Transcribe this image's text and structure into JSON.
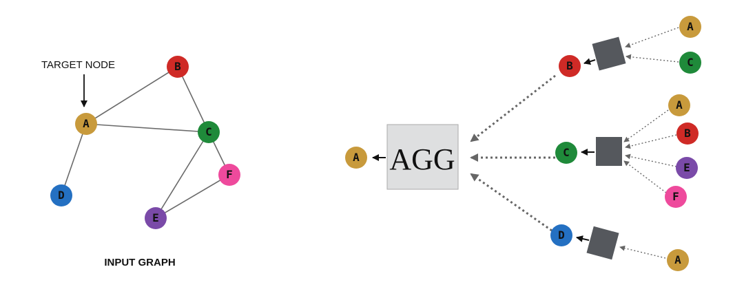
{
  "colors": {
    "A": "#c89a3c",
    "B": "#cf2a26",
    "C": "#1f8a3a",
    "D": "#2470c2",
    "E": "#7a4aa8",
    "F": "#ee4a9c",
    "agg_fill": "#dedfe0",
    "agg_border": "#aaaaaa",
    "square": "#55585d",
    "edge": "#666666"
  },
  "input_graph": {
    "caption": "INPUT GRAPH",
    "target_annotation": "TARGET NODE",
    "nodes": [
      {
        "id": "A",
        "label": "A",
        "icon": "node-circle"
      },
      {
        "id": "B",
        "label": "B",
        "icon": "node-circle"
      },
      {
        "id": "C",
        "label": "C",
        "icon": "node-circle"
      },
      {
        "id": "D",
        "label": "D",
        "icon": "node-circle"
      },
      {
        "id": "E",
        "label": "E",
        "icon": "node-circle"
      },
      {
        "id": "F",
        "label": "F",
        "icon": "node-circle"
      }
    ],
    "edges": [
      [
        "A",
        "B"
      ],
      [
        "A",
        "C"
      ],
      [
        "A",
        "D"
      ],
      [
        "B",
        "C"
      ],
      [
        "C",
        "E"
      ],
      [
        "C",
        "F"
      ],
      [
        "E",
        "F"
      ]
    ]
  },
  "computation_graph": {
    "target": {
      "label": "A"
    },
    "aggregator": {
      "label": "AGG"
    },
    "level1": [
      {
        "label": "B",
        "neighbors": [
          "A",
          "C"
        ]
      },
      {
        "label": "C",
        "neighbors": [
          "A",
          "B",
          "E",
          "F"
        ]
      },
      {
        "label": "D",
        "neighbors": [
          "A"
        ]
      }
    ]
  }
}
